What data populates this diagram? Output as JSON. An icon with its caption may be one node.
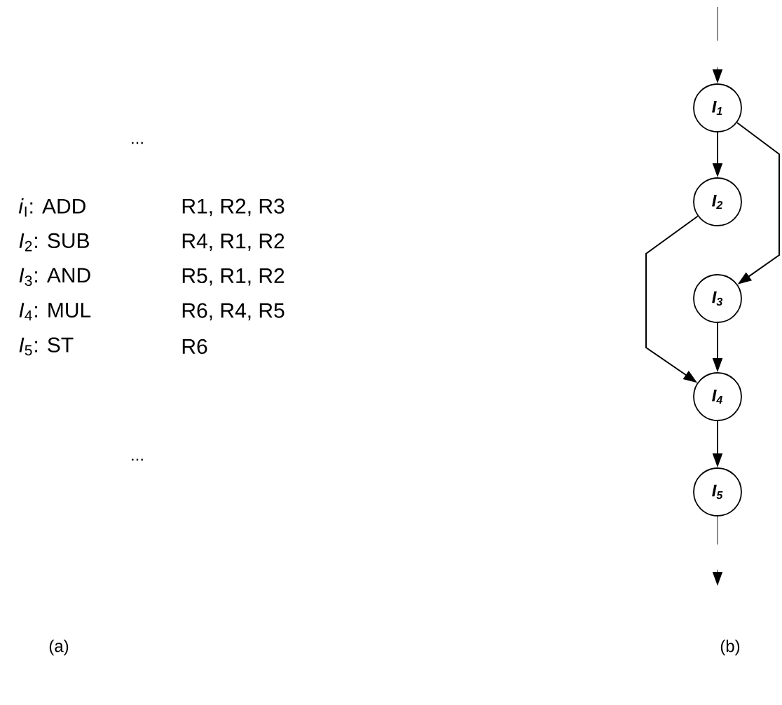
{
  "diagram": {
    "nodes": [
      {
        "text": [
          "I$_{1}$"
        ]
      },
      {
        "text": [
          "I$_{2}$"
        ]
      },
      {
        "text": [
          "I$_{3}$"
        ]
      },
      {
        "text": [
          "I$_{4}$"
        ]
      },
      {
        "text": [
          "I$_{5}$"
        ]
      }
    ],
    "edges": [
      {
        "from": null,
        "to": 0,
        "arrow": "to",
        "style": "dashed",
        "color": "#808080"
      },
      {
        "from": 0,
        "to": 1,
        "arrow": "to"
      },
      {
        "from": 0,
        "to": 2,
        "arrow": "to"
      },
      {
        "from": 1,
        "to": 3,
        "arrow": "to"
      },
      {
        "from": 2,
        "to": 3,
        "arrow": "to"
      },
      {
        "from": 3,
        "to": 4,
        "arrow": "to"
      },
      {
        "from": 4,
        "to": null,
        "arrow": "to",
        "style": "dashed",
        "color": "#808080"
      }
    ],
    "labels": [
      "...",
      "*i*$_{I}$: ADD",
      "R1, R2, R3",
      "*I*$_{2}$: SUB",
      "R4, R1, R2",
      "*I*$_{3}$: AND",
      "R5, R1, R2",
      "*I*$_{4}$: MUL",
      "R6, R4, R5",
      "*I*$_{5}$: ST",
      "R6",
      "...",
      "(a)",
      "(b)"
    ]
  }
}
